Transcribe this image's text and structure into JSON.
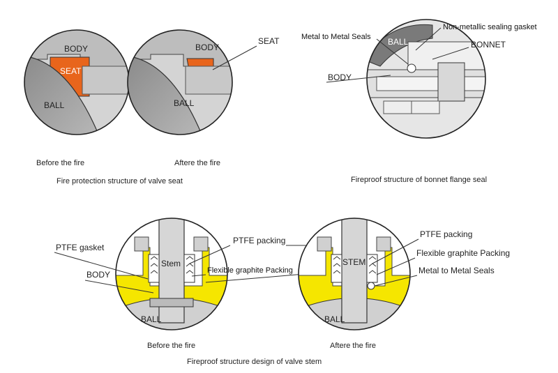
{
  "panel1": {
    "before": {
      "body": "BODY",
      "seat": "SEAT",
      "ball": "BALL"
    },
    "after": {
      "body": "BODY",
      "seat": "SEAT",
      "ball": "BALL"
    },
    "caption_before": "Before the fire",
    "caption_after": "Aftere the fire",
    "title": "Fire protection structure of valve seat"
  },
  "panel2": {
    "metal_seals": "Metal to Metal Seals",
    "gasket": "Non-metallic sealing gasket",
    "ball": "BALL",
    "bonnet": "BONNET",
    "body": "BODY",
    "title": "Fireproof structure of bonnet flange seal"
  },
  "panel3": {
    "ptfe_gasket": "PTFE gasket",
    "body": "BODY",
    "ptfe_packing_l": "PTFE packing",
    "graphite_l": "Flexible graphite Packing",
    "stem_l": "Stem",
    "ball_l": "BALL",
    "ptfe_packing_r": "PTFE packing",
    "graphite_r": "Flexible graphite Packing",
    "metal_seals_r": "Metal to Metal Seals",
    "stem_r": "STEM",
    "ball_r": "BALL",
    "caption_before": "Before the fire",
    "caption_after": "Aftere the fire",
    "title": "Fireproof structure design of valve stem"
  },
  "colors": {
    "seat_orange": "#e8651c",
    "body_yellow": "#f5e600",
    "metal_gray": "#d0d0d0"
  }
}
